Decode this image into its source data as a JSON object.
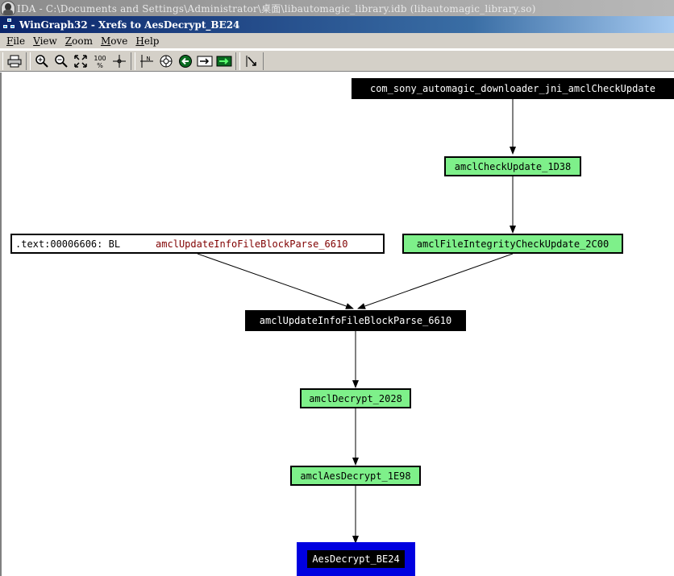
{
  "ida_window": {
    "title": "IDA - C:\\Documents and Settings\\Administrator\\桌面\\libautomagic_library.idb (libautomagic_library.so)"
  },
  "graph_window": {
    "title": "WinGraph32 - Xrefs to AesDecrypt_BE24"
  },
  "menu": [
    {
      "label": "File",
      "key": "F",
      "rest": "ile"
    },
    {
      "label": "View",
      "key": "V",
      "rest": "iew"
    },
    {
      "label": "Zoom",
      "key": "Z",
      "rest": "oom"
    },
    {
      "label": "Move",
      "key": "M",
      "rest": "ove"
    },
    {
      "label": "Help",
      "key": "H",
      "rest": "elp"
    }
  ],
  "toolbar": {
    "icons": [
      "print-icon",
      "zoom-in-icon",
      "zoom-out-icon",
      "fit-window-icon",
      "zoom-100-icon",
      "center-icon",
      "origin-icon",
      "layout-icon",
      "go-back-icon",
      "go-forward-icon",
      "goto-node-icon",
      "follow-edge-icon"
    ],
    "zoom_100_label": "100"
  },
  "graph": {
    "nodes": {
      "jni": "com_sony_automagic_downloader_jni_amclCheckUpdate",
      "check_update": "amclCheckUpdate_1D38",
      "integrity": "amclFileIntegrityCheckUpdate_2C00",
      "text_ref_addr": ".text:00006606: BL",
      "text_ref_target": "amclUpdateInfoFileBlockParse_6610",
      "parse": "amclUpdateInfoFileBlockParse_6610",
      "decrypt": "amclDecrypt_2028",
      "aes_decrypt": "amclAesDecrypt_1E98",
      "target": "AesDecrypt_BE24"
    },
    "colors": {
      "green": "#7ef08a",
      "black": "#000000",
      "target_border": "#0000e0"
    }
  }
}
